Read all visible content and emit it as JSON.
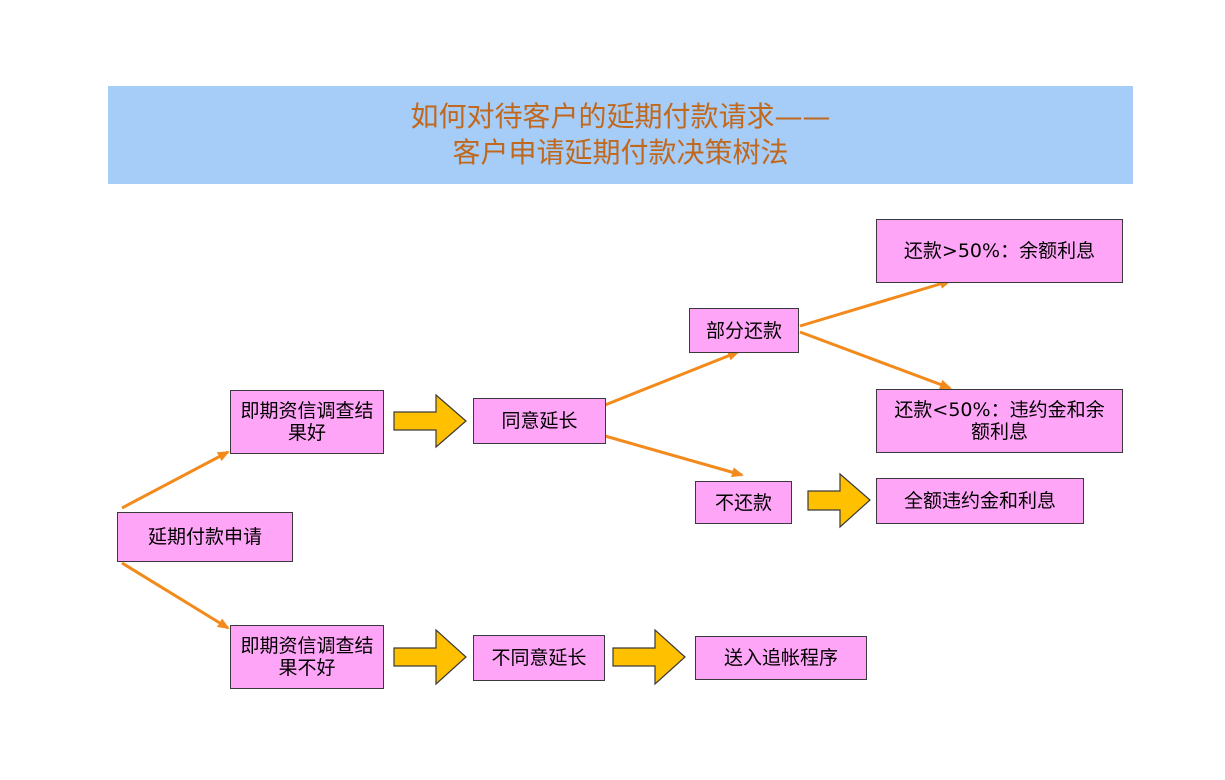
{
  "title": {
    "line1": "如何对待客户的延期付款请求——",
    "line2": "客户申请延期付款决策树法"
  },
  "nodes": {
    "apply": "延期付款申请",
    "credit_good": "即期资信调查结果好",
    "credit_bad": "即期资信调查结果不好",
    "agree": "同意延长",
    "disagree": "不同意延长",
    "partial": "部分还款",
    "no_pay": "不还款",
    "over50": "还款>50%：余额利息",
    "under50": "还款<50%：违约金和余额利息",
    "full_penalty": "全额违约金和利息",
    "collection": "送入追帐程序"
  },
  "colors": {
    "banner": "#a6cdf7",
    "title_text": "#c0681e",
    "node_fill": "#ffa5f7",
    "arrow_line": "#f28a1c",
    "block_arrow": "#ffc000"
  }
}
